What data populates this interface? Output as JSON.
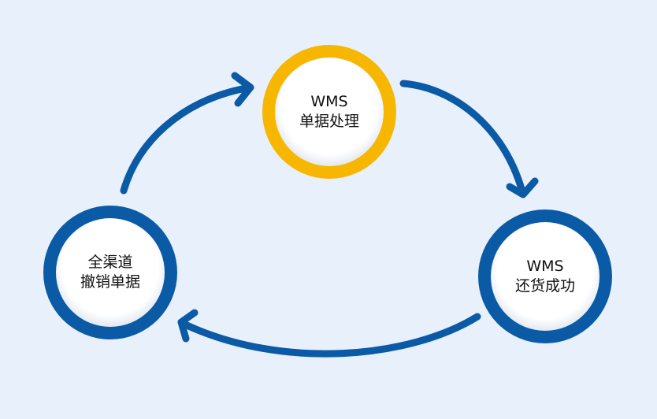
{
  "nodes": [
    {
      "id": "top",
      "lines": [
        "WMS",
        "单据处理"
      ],
      "ring_color": "#f7b600"
    },
    {
      "id": "right",
      "lines": [
        "WMS",
        "还货成功"
      ],
      "ring_color": "#0b5aa6"
    },
    {
      "id": "left",
      "lines": [
        "全渠道",
        "撤销单据"
      ],
      "ring_color": "#0b5aa6"
    }
  ],
  "colors": {
    "background": "#e8f1fb",
    "arrow": "#0b5aa6",
    "circle_fill": "#ffffff"
  }
}
